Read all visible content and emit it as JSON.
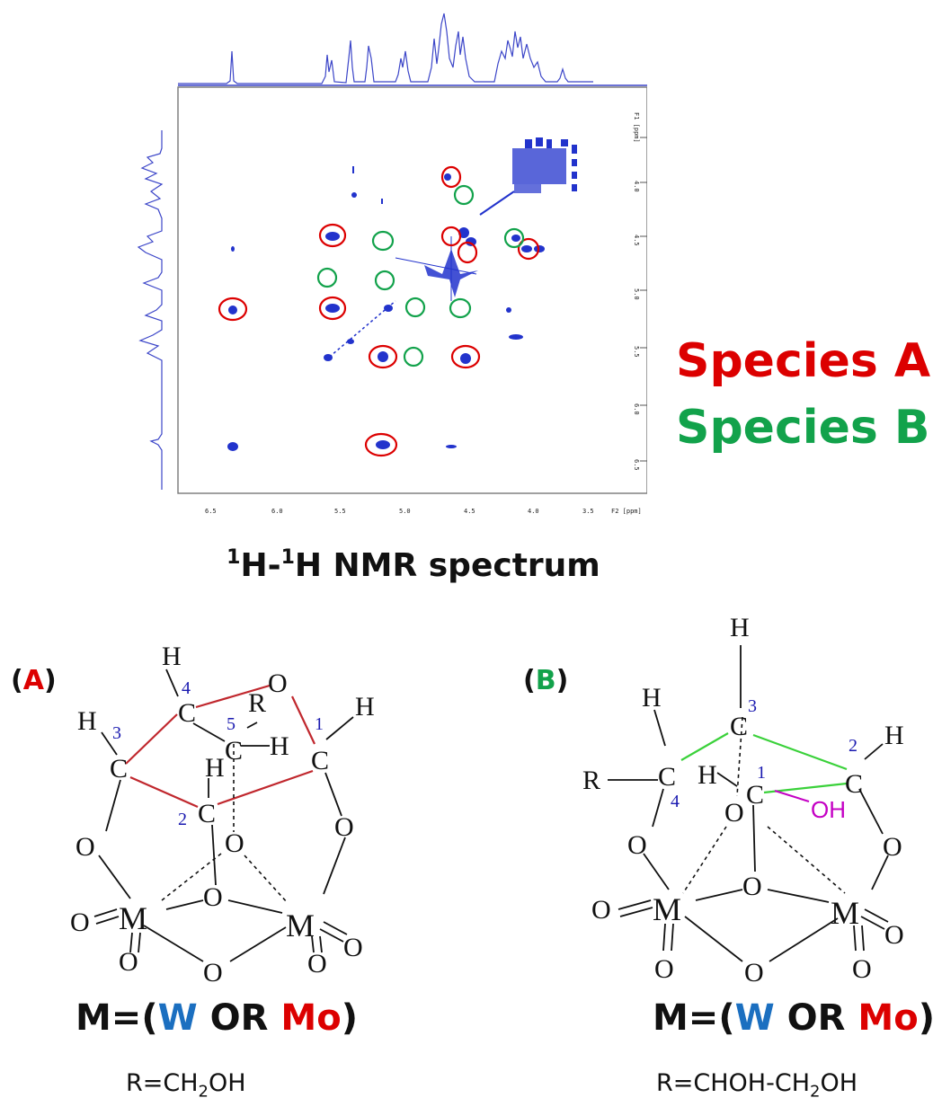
{
  "nmr": {
    "title_sup1": "1",
    "title_part1": "H-",
    "title_sup2": "1",
    "title_part2": "H NMR spectrum"
  },
  "legend": {
    "species_a": "Species A",
    "species_b": "Species B",
    "color_a": "#dc0000",
    "color_b": "#12a24b"
  },
  "structure_a": {
    "label_open": "(",
    "label_letter": "A",
    "label_close": ")",
    "m_prefix": "M=(",
    "m_w": "W",
    "m_or": " OR ",
    "m_mo": "Mo",
    "m_suffix": ")",
    "r_prefix": "R=CH",
    "r_sub": "2",
    "r_suffix": "OH"
  },
  "structure_b": {
    "label_open": "(",
    "label_letter": "B",
    "label_close": ")",
    "m_prefix": "M=(",
    "m_w": "W",
    "m_or": " OR ",
    "m_mo": "Mo",
    "m_suffix": ")",
    "r_prefix": "R=CHOH-CH",
    "r_sub": "2",
    "r_suffix": "OH",
    "oh_label": "OH"
  },
  "colors": {
    "w": "#1b6fc0",
    "mo": "#dc0000",
    "ring_a": "#c0272d",
    "ring_b": "#3ad13a",
    "oh": "#c400c4",
    "number": "#1a1ab0",
    "spectrum": "#2233cc"
  }
}
